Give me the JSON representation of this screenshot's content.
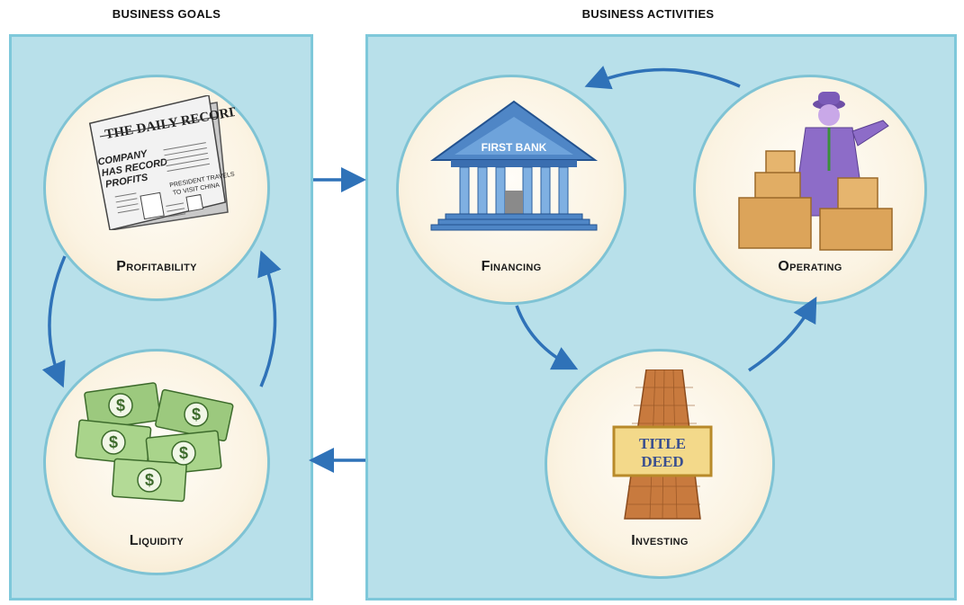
{
  "headings": {
    "goals": "BUSINESS GOALS",
    "activities": "BUSINESS ACTIVITIES"
  },
  "goals": [
    {
      "label": "Profitability"
    },
    {
      "label": "Liquidity"
    }
  ],
  "activities": [
    {
      "label": "Financing"
    },
    {
      "label": "Operating"
    },
    {
      "label": "Investing"
    }
  ],
  "newspaper": {
    "masthead": "THE DAILY RECORD",
    "headline1": "COMPANY",
    "headline2": "HAS RECORD",
    "headline3": "PROFITS",
    "sub1": "PRESIDENT TRAVELS",
    "sub2": "TO VISIT CHINA"
  },
  "bank": {
    "sign": "FIRST BANK"
  },
  "deed": {
    "line1": "TITLE",
    "line2": "DEED"
  },
  "colors": {
    "panel": "#b8e0ea",
    "panel_border": "#7ec8da",
    "arrow": "#2f72b8"
  }
}
